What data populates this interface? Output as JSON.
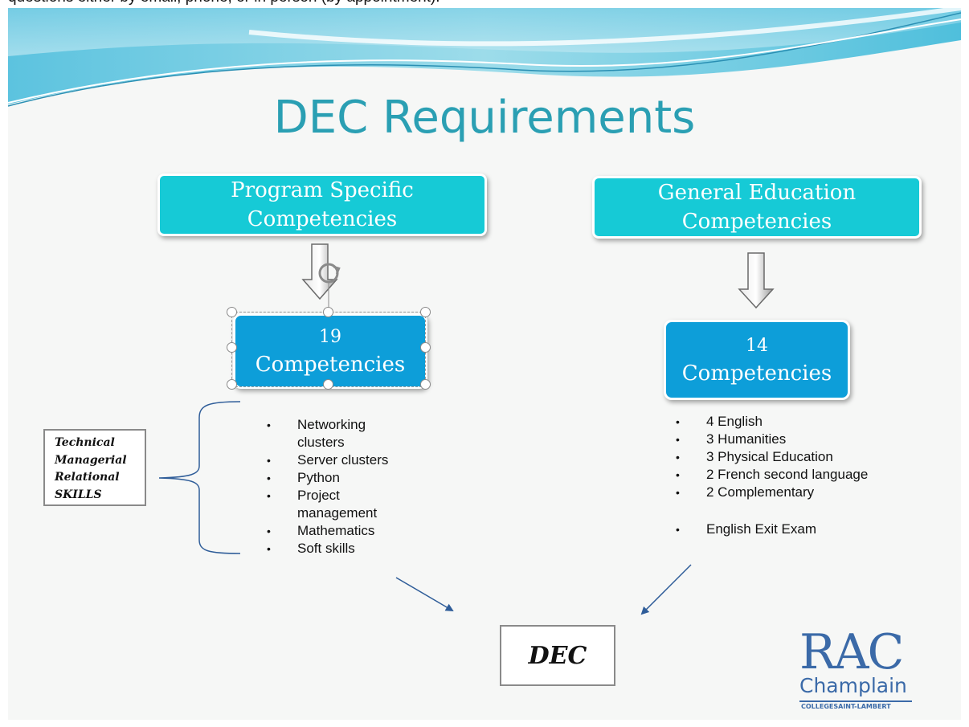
{
  "top_caption": "questions either by email, phone, or in person (by appointment).",
  "slide": {
    "title": "DEC Requirements",
    "left_header": {
      "line1": "Program Specific",
      "line2": "Competencies"
    },
    "right_header": {
      "line1": "General Education",
      "line2": "Competencies"
    },
    "left_count": {
      "number": "19",
      "label": "Competencies"
    },
    "right_count": {
      "number": "14",
      "label": "Competencies"
    },
    "left_list": [
      [
        "Networking",
        "clusters"
      ],
      [
        "Server clusters"
      ],
      [
        "Python"
      ],
      [
        "Project",
        "management"
      ],
      [
        "Mathematics"
      ],
      [
        "Soft skills"
      ]
    ],
    "right_list": [
      "4 English",
      "3 Humanities",
      "3 Physical Education",
      "2 French second language",
      "2 Complementary"
    ],
    "right_list_extra": [
      "English Exit Exam"
    ],
    "skills_box": [
      "Technical",
      "Managerial",
      "Relational",
      "SKILLS"
    ],
    "dec_box": "DEC",
    "logo": {
      "rac": "RAC",
      "champlain": "Champlain",
      "college": "COLLEGESAINT-LAMBERT"
    },
    "colors": {
      "title": "#2a9fb3",
      "header_fill": "#16cad6",
      "count_fill": "#0d9ed9",
      "arrow_line": "#2f5d99"
    }
  }
}
